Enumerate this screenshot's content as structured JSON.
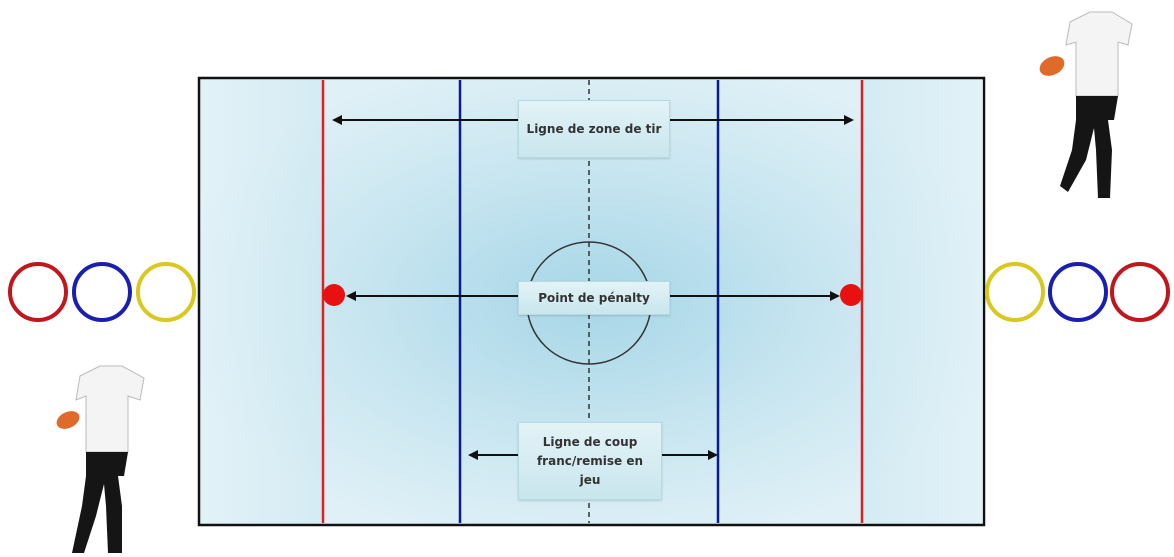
{
  "labels": {
    "shooting_zone_line": "Ligne de zone de tir",
    "penalty_point": "Point de pénalty",
    "free_throw_line": "Ligne de coup franc/remise en jeu"
  },
  "colors": {
    "field_fill": "#cfe9f1",
    "field_center": "#a9d8e8",
    "shooting_line": "#e02020",
    "free_throw_line": "#0a1a9a",
    "penalty_dot": "#e81010",
    "hoop_red": "#c0161c",
    "hoop_blue": "#1a1fb0",
    "hoop_yellow": "#d8c820",
    "ball": "#e06a2a"
  },
  "hoops": {
    "left": [
      "hoop_red",
      "hoop_blue",
      "hoop_yellow"
    ],
    "right": [
      "hoop_yellow",
      "hoop_blue",
      "hoop_red"
    ]
  },
  "icons": [
    "player-icon",
    "ball-icon",
    "hoop-icon",
    "arrow-icon"
  ]
}
